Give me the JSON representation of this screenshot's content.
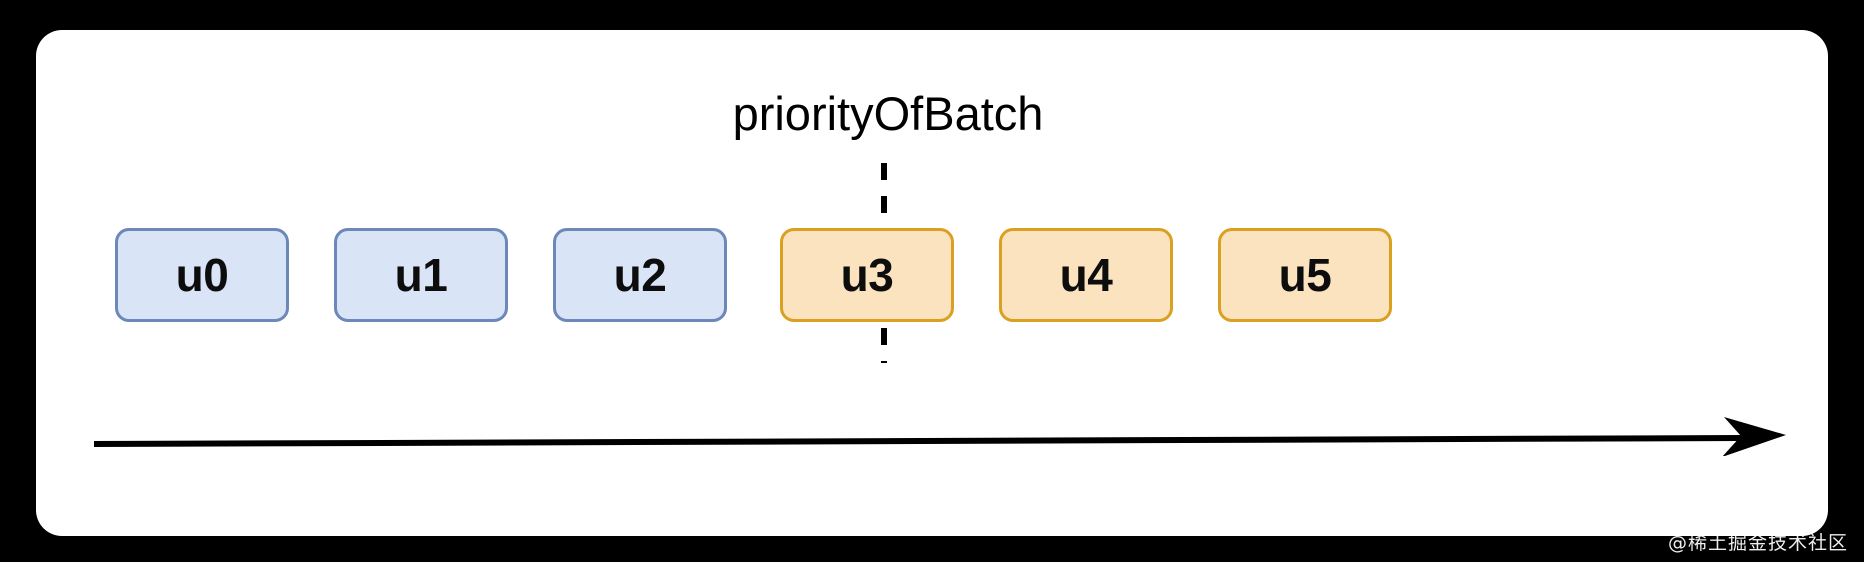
{
  "diagram": {
    "title": "priorityOfBatch",
    "divider": {
      "name": "priority-divider",
      "style": "dashed-vertical",
      "color": "#000000"
    },
    "axis": {
      "name": "timeline-arrow",
      "direction": "left-to-right",
      "color": "#000000"
    },
    "boxes": [
      {
        "label": "u0",
        "group": "before",
        "fill": "#d9e4f7",
        "stroke": "#6b88b8"
      },
      {
        "label": "u1",
        "group": "before",
        "fill": "#d9e4f7",
        "stroke": "#6b88b8"
      },
      {
        "label": "u2",
        "group": "before",
        "fill": "#d9e4f7",
        "stroke": "#6b88b8"
      },
      {
        "label": "u3",
        "group": "after",
        "fill": "#fbe3c0",
        "stroke": "#d9a021"
      },
      {
        "label": "u4",
        "group": "after",
        "fill": "#fbe3c0",
        "stroke": "#d9a021"
      },
      {
        "label": "u5",
        "group": "after",
        "fill": "#fbe3c0",
        "stroke": "#d9a021"
      }
    ]
  },
  "watermark": {
    "text": "@稀土掘金技术社区"
  },
  "colors": {
    "background": "#000000",
    "card": "#ffffff",
    "blue_fill": "#d9e4f7",
    "blue_stroke": "#6b88b8",
    "orange_fill": "#fbe3c0",
    "orange_stroke": "#d9a021",
    "ink": "#000000"
  }
}
